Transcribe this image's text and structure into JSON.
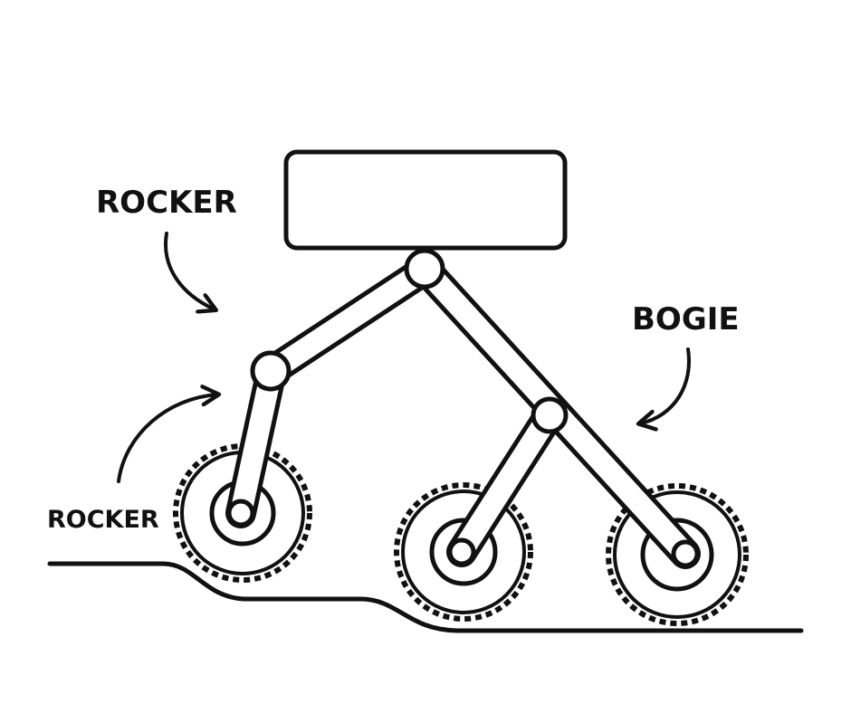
{
  "diagram": {
    "labels": {
      "rocker_top": "ROCKER",
      "rocker_left": "ROCKER",
      "bogie": "BOGIE"
    },
    "components": [
      "body",
      "rocker",
      "bogie",
      "wheel",
      "wheel",
      "wheel",
      "terrain"
    ],
    "colors": {
      "stroke": "#111111",
      "fill": "#ffffff",
      "background": "#ffffff"
    }
  }
}
